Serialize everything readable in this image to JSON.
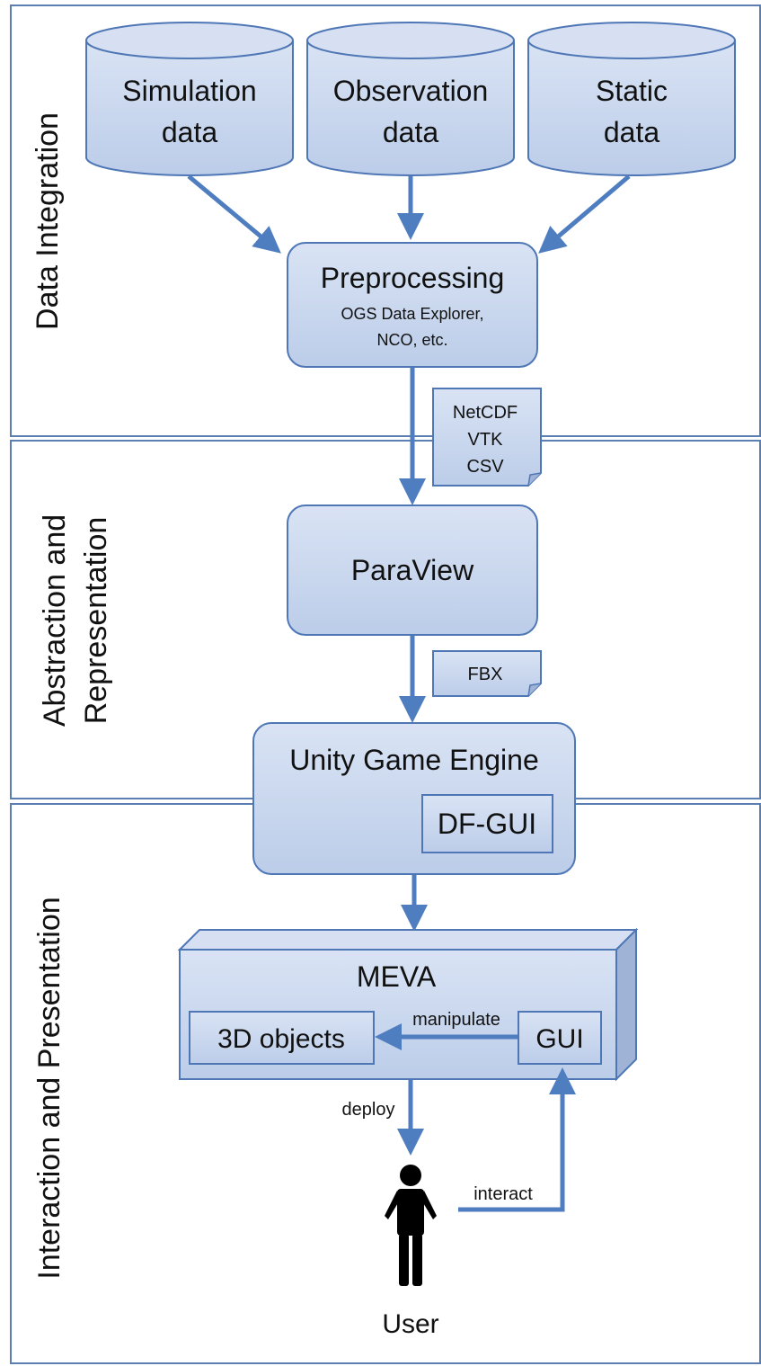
{
  "sections": [
    {
      "label": "Data Integration"
    },
    {
      "label_line1": "Abstraction and",
      "label_line2": "Representation"
    },
    {
      "label": "Interaction and Presentation"
    }
  ],
  "sources": [
    {
      "line1": "Simulation",
      "line2": "data"
    },
    {
      "line1": "Observation",
      "line2": "data"
    },
    {
      "line1": "Static",
      "line2": "data"
    }
  ],
  "preprocessing": {
    "title": "Preprocessing",
    "sub1": "OGS Data Explorer,",
    "sub2": "NCO, etc."
  },
  "formats_doc": {
    "line1": "NetCDF",
    "line2": "VTK",
    "line3": "CSV"
  },
  "paraview": {
    "title": "ParaView"
  },
  "fbx_doc": {
    "label": "FBX"
  },
  "unity": {
    "title": "Unity Game Engine",
    "dfgui": "DF-GUI"
  },
  "meva": {
    "title": "MEVA",
    "objects": "3D objects",
    "gui": "GUI",
    "manipulate": "manipulate"
  },
  "edges": {
    "deploy": "deploy",
    "interact": "interact"
  },
  "user": {
    "label": "User"
  },
  "colors": {
    "fill": "#c8d6ee",
    "fill_dark": "#9fb3d6",
    "stroke": "#4f77b5",
    "arrow": "#4f7ec0"
  }
}
